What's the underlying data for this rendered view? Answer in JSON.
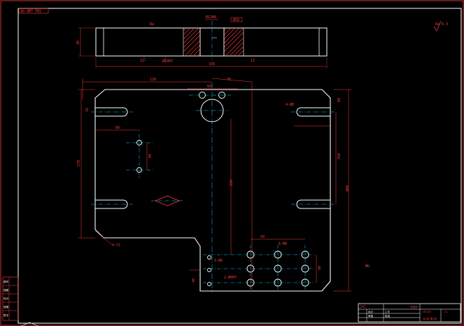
{
  "drawing": {
    "code_box": "A0-QM7 TN1",
    "top_view_dims": {
      "center_slot": "Ø12H8",
      "right_hole": "Ø10",
      "thickness": "30",
      "overall_length": "330",
      "left_mark": "Ra",
      "bottom_left_note": "12",
      "bottom_center_note": "Ø20H7",
      "bottom_right_note": "12"
    },
    "plate_dims": {
      "top_width": "120",
      "top_right": "70",
      "hole_spacing": "60",
      "upper_left_h": "16",
      "slot_len": "60",
      "left_height": "270",
      "left_mid": "90",
      "center_vert": "210",
      "right_upper": "60",
      "right_mid": "250",
      "right_total": "400",
      "slot_note_right": "4-Ø8",
      "chamfer_note": "4-C5",
      "hole_grid_top": "50",
      "hole_grid_note": "6-M8",
      "small_hole_note": "3-Ø6",
      "lower_left_note": "40",
      "grid_right": "80",
      "lower_note": "2-Ø6H7"
    },
    "roughness_symbol": "Ra 6.3",
    "side_note": "MG",
    "title_block": {
      "title": "夹具体",
      "rows": [
        "设计",
        "审核",
        "工艺",
        "批准"
      ],
      "material": "HT200",
      "scale": "1:1",
      "sheet": "共1张 第1张"
    },
    "left_strip_labels": [
      "图号",
      "描图",
      "校对",
      "底图",
      "签字"
    ]
  }
}
